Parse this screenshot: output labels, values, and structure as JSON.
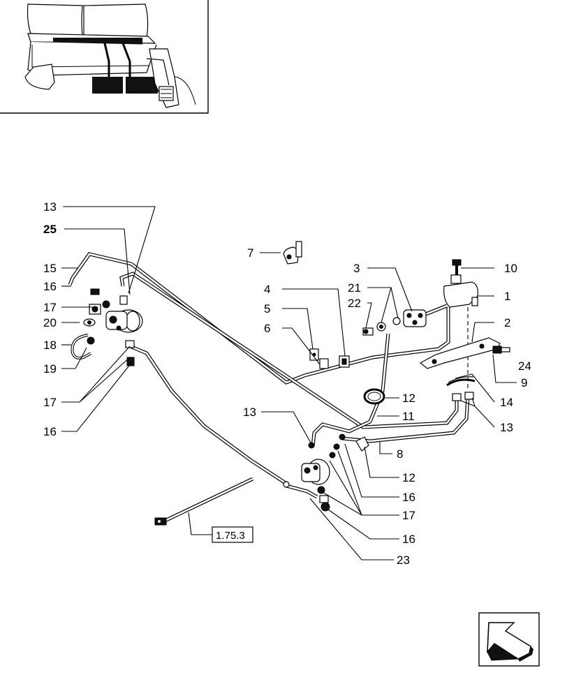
{
  "callouts": {
    "c1": "1",
    "c2": "2",
    "c3": "3",
    "c4": "4",
    "c5": "5",
    "c6": "6",
    "c7": "7",
    "c8": "8",
    "c9": "9",
    "c10": "10",
    "c11": "11",
    "c12a": "12",
    "c12b": "12",
    "c13a": "13",
    "c13b": "13",
    "c13c": "13",
    "c14": "14",
    "c15": "15",
    "c16a": "16",
    "c16b": "16",
    "c16c": "16",
    "c16d": "16",
    "c17a": "17",
    "c17b": "17",
    "c17c": "17",
    "c18": "18",
    "c19": "19",
    "c20": "20",
    "c21": "21",
    "c22": "22",
    "c23": "23",
    "c24": "24",
    "c25": "25"
  },
  "reference_box": {
    "label": "1.75.3"
  },
  "icons": {
    "nav": "back-arrow-icon"
  }
}
